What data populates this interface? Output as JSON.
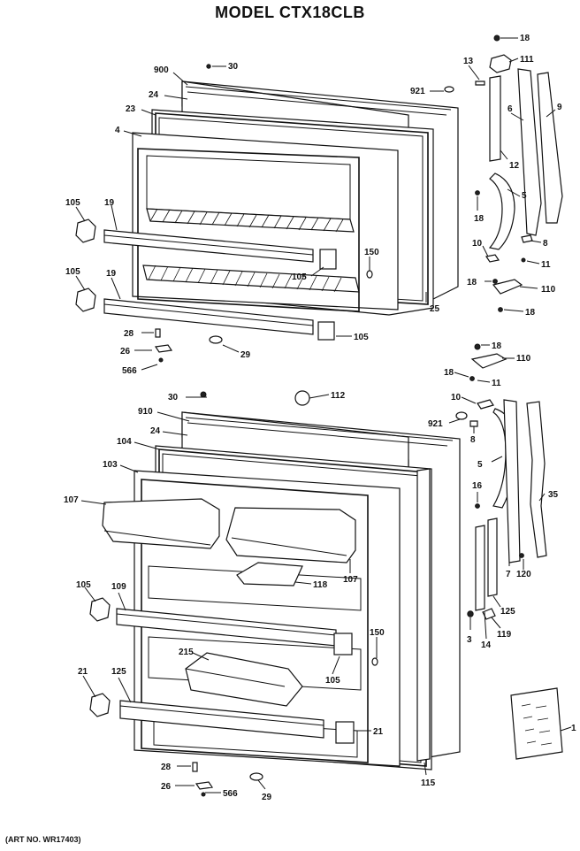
{
  "title": "MODEL CTX18CLB",
  "art_no": "(ART NO. WR17403)",
  "freezer_door": {
    "labels": {
      "c900": "900",
      "c30": "30",
      "c24": "24",
      "c23": "23",
      "c4": "4",
      "c921": "921",
      "c105a": "105",
      "c19a": "19",
      "c105b": "105",
      "c19b": "19",
      "c150": "150",
      "c105c": "105",
      "c25": "25",
      "c105d": "105",
      "c28": "28",
      "c26": "26",
      "c566": "566",
      "c29": "29"
    }
  },
  "freezer_hinge": {
    "labels": {
      "c18a": "18",
      "c13": "13",
      "c111": "111",
      "c6": "6",
      "c9": "9",
      "c12": "12",
      "c18b": "18",
      "c5": "5",
      "c10": "10",
      "c8": "8",
      "c11": "11",
      "c18c": "18",
      "c110": "110",
      "c18d": "18"
    }
  },
  "fresh_food_door": {
    "labels": {
      "c30": "30",
      "c112": "112",
      "c910": "910",
      "c921": "921",
      "c24": "24",
      "c104": "104",
      "c103": "103",
      "c107a": "107",
      "c107b": "107",
      "c118": "118",
      "c105a": "105",
      "c109": "109",
      "c150": "150",
      "c215": "215",
      "c105b": "105",
      "c21a": "21",
      "c125": "125",
      "c21b": "21",
      "c28": "28",
      "c26": "26",
      "c566": "566",
      "c29": "29",
      "c115": "115"
    }
  },
  "fresh_food_hinge": {
    "labels": {
      "c18a": "18",
      "c110": "110",
      "c18b": "18",
      "c11": "11",
      "c10": "10",
      "c8": "8",
      "c5": "5",
      "c35": "35",
      "c16": "16",
      "c7": "7",
      "c120": "120",
      "c125": "125",
      "c3": "3",
      "c14": "14",
      "c119": "119",
      "c1": "1"
    }
  }
}
